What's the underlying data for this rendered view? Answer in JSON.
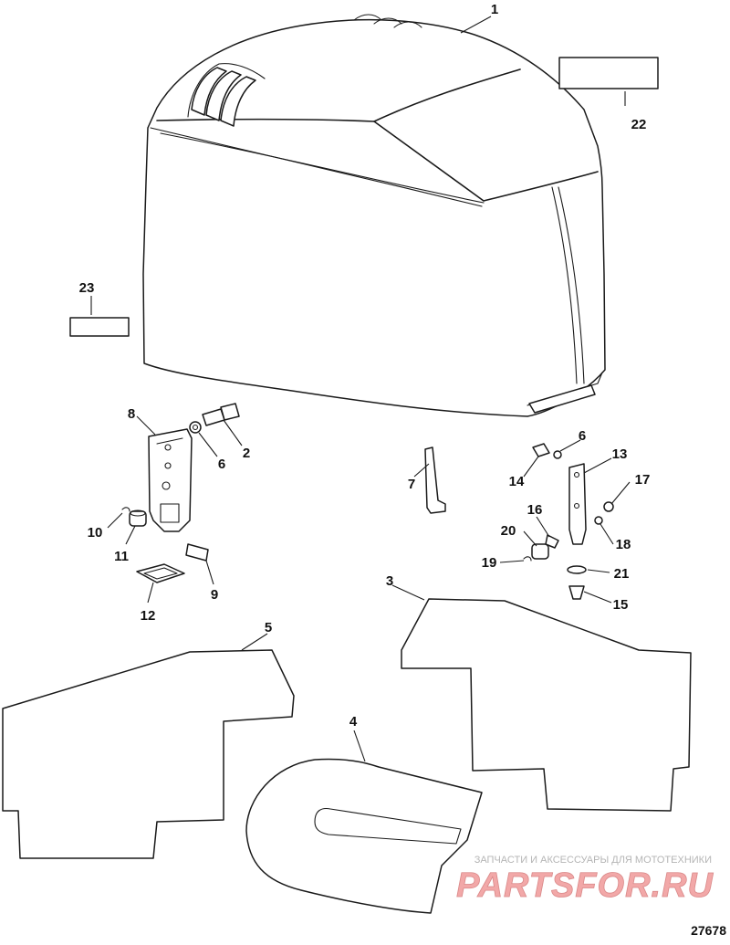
{
  "diagram": {
    "figure_number": "27678",
    "watermark": {
      "line1": "ЗАПЧАСТИ И АКСЕССУАРЫ ДЛЯ МОТОТЕХНИКИ",
      "logo": "PARTSFOR.RU"
    },
    "callouts": [
      {
        "id": "c1",
        "label": "1"
      },
      {
        "id": "c2",
        "label": "2"
      },
      {
        "id": "c3",
        "label": "3"
      },
      {
        "id": "c4",
        "label": "4"
      },
      {
        "id": "c5",
        "label": "5"
      },
      {
        "id": "c6a",
        "label": "6"
      },
      {
        "id": "c6b",
        "label": "6"
      },
      {
        "id": "c7",
        "label": "7"
      },
      {
        "id": "c8",
        "label": "8"
      },
      {
        "id": "c9",
        "label": "9"
      },
      {
        "id": "c10",
        "label": "10"
      },
      {
        "id": "c11",
        "label": "11"
      },
      {
        "id": "c12",
        "label": "12"
      },
      {
        "id": "c13",
        "label": "13"
      },
      {
        "id": "c14",
        "label": "14"
      },
      {
        "id": "c15",
        "label": "15"
      },
      {
        "id": "c16",
        "label": "16"
      },
      {
        "id": "c17",
        "label": "17"
      },
      {
        "id": "c18",
        "label": "18"
      },
      {
        "id": "c19",
        "label": "19"
      },
      {
        "id": "c20",
        "label": "20"
      },
      {
        "id": "c21",
        "label": "21"
      },
      {
        "id": "c22",
        "label": "22"
      },
      {
        "id": "c23",
        "label": "23"
      }
    ]
  }
}
